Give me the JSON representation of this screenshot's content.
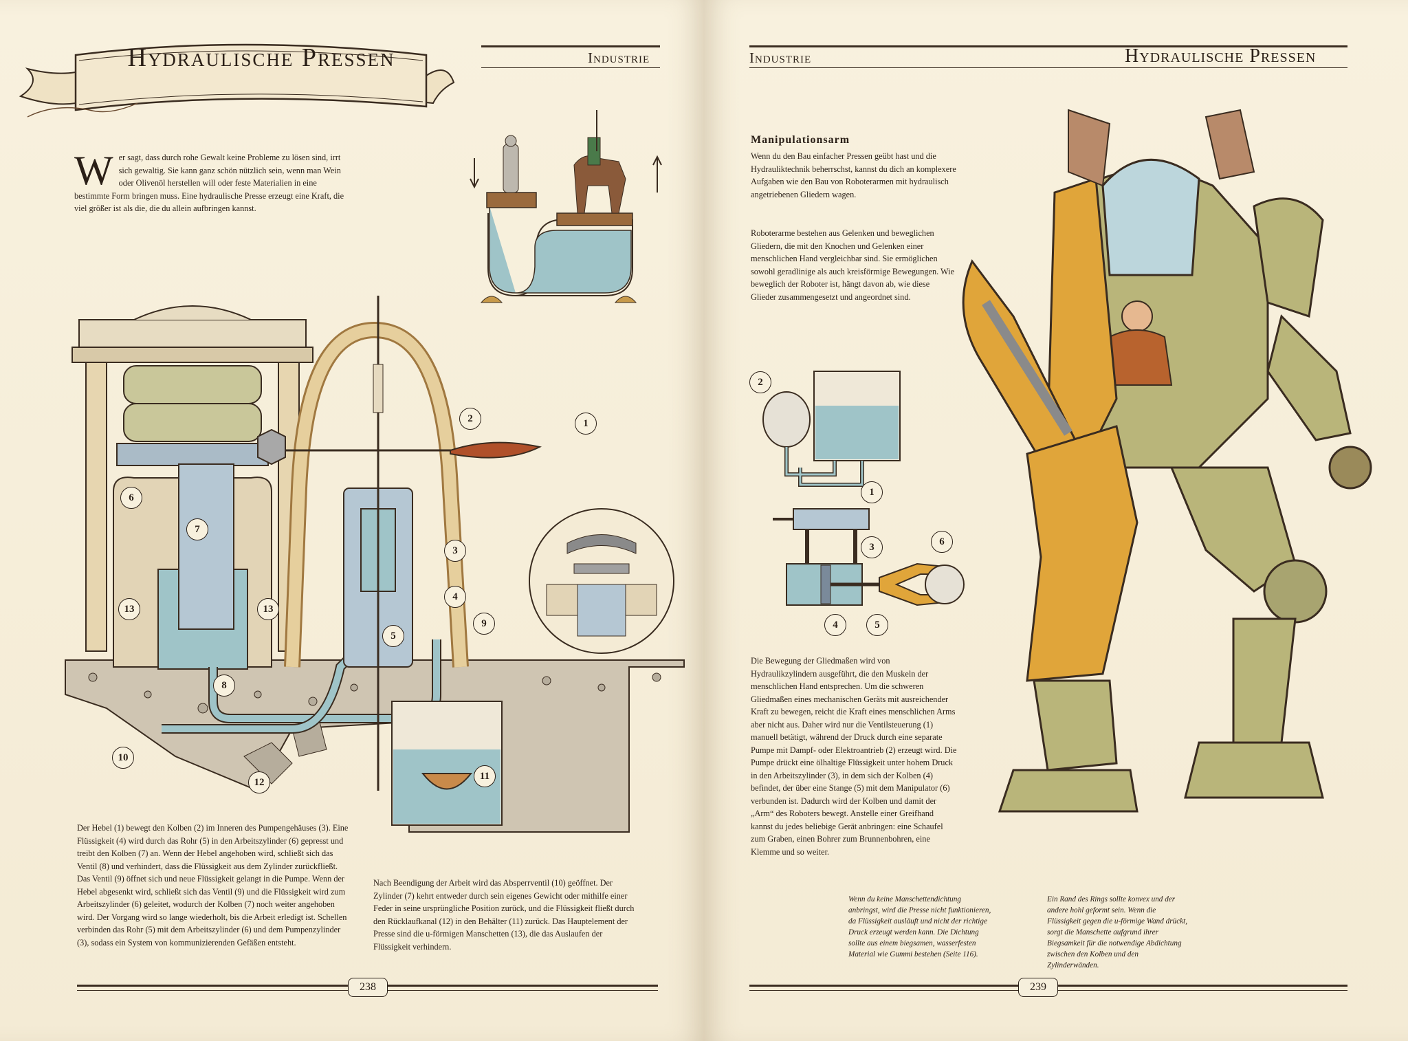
{
  "left_page": {
    "banner_title": "Hydraulische Pressen",
    "header_label": "Industrie",
    "intro": {
      "dropcap": "W",
      "text": "er sagt, dass durch rohe Gewalt keine Probleme zu lösen sind, irrt sich gewaltig. Sie kann ganz schön nützlich sein, wenn man Wein oder Olivenöl herstellen will oder feste Materialien in eine bestimmte Form bringen muss. Eine hydraulische Presse erzeugt eine Kraft, die viel größer ist als die, die du allein aufbringen kannst."
    },
    "labels": [
      "1",
      "2",
      "3",
      "4",
      "5",
      "6",
      "7",
      "8",
      "9",
      "10",
      "11",
      "12",
      "13",
      "13"
    ],
    "body_left": "Der Hebel (1) bewegt den Kolben (2) im Inneren des Pumpengehäuses (3). Eine Flüssigkeit (4) wird durch das Rohr (5) in den Arbeitszylinder (6) gepresst und treibt den Kolben (7) an. Wenn der Hebel angehoben wird, schließt sich das Ventil (8) und verhindert, dass die Flüssigkeit aus dem Zylinder zurückfließt. Das Ventil (9) öffnet sich und neue Flüssigkeit gelangt in die Pumpe. Wenn der Hebel abgesenkt wird, schließt sich das Ventil (9) und die Flüssigkeit wird zum Arbeitszylinder (6) geleitet, wodurch der Kolben (7) noch weiter angehoben wird. Der Vorgang wird so lange wiederholt, bis die Arbeit erledigt ist. Schellen verbinden das Rohr (5) mit dem Arbeitszylinder (6) und dem Pumpenzylinder (3), sodass ein System von kommunizierenden Gefäßen entsteht.",
    "body_right": "Nach Beendigung der Arbeit wird das Absperrventil (10) geöffnet. Der Zylinder (7) kehrt entweder durch sein eigenes Gewicht oder mithilfe einer Feder in seine ursprüngliche Position zurück, und die Flüssigkeit fließt durch den Rücklaufkanal (12) in den Behälter (11) zurück. Das Hauptelement der Presse sind die u-förmigen Manschetten (13), die das Auslaufen der Flüssigkeit verhindern.",
    "folio": "238"
  },
  "right_page": {
    "header_label": "Industrie",
    "header_title": "Hydraulische Pressen",
    "section_title": "Manipulationsarm",
    "para1": "Wenn du den Bau einfacher Pressen geübt hast und die Hydrauliktechnik beherrschst, kannst du dich an komplexere Aufgaben wie den Bau von Roboterarmen mit hydraulisch angetriebenen Gliedern wagen.",
    "para2": "Roboterarme bestehen aus Gelenken und beweglichen Gliedern, die mit den Knochen und Gelenken einer menschlichen Hand vergleichbar sind. Sie ermöglichen sowohl geradlinige als auch kreisförmige Bewegungen. Wie beweglich der Roboter ist, hängt davon ab, wie diese Glieder zusammengesetzt und angeordnet sind.",
    "labels": [
      "1",
      "2",
      "3",
      "4",
      "5",
      "6"
    ],
    "para3": "Die Bewegung der Gliedmaßen wird von Hydraulikzylindern ausgeführt, die den Muskeln der menschlichen Hand entsprechen. Um die schweren Gliedmaßen eines mechanischen Geräts mit ausreichender Kraft zu bewegen, reicht die Kraft eines menschlichen Arms aber nicht aus. Daher wird nur die Ventilsteuerung (1) manuell betätigt, während der Druck durch eine separate Pumpe mit Dampf- oder Elektroantrieb (2) erzeugt wird. Die Pumpe drückt eine ölhaltige Flüssigkeit unter hohem Druck in den Arbeitszylinder (3), in dem sich der Kolben (4) befindet, der über eine Stange (5) mit dem Manipulator (6) verbunden ist. Dadurch wird der Kolben und damit der „Arm“ des Roboters bewegt. Anstelle einer Greifhand kannst du jedes beliebige Gerät anbringen: eine Schaufel zum Graben, einen Bohrer zum Brunnenbohren, eine Klemme und so weiter.",
    "caption_left": "Wenn du keine Manschettendichtung anbringst, wird die Presse nicht funktionieren, da Flüssigkeit ausläuft und nicht der richtige Druck erzeugt werden kann. Die Dichtung sollte aus einem biegsamen, wasserfesten Material wie Gummi bestehen (Seite 116).",
    "caption_right": "Ein Rand des Rings sollte konvex und der andere hohl geformt sein. Wenn die Flüssigkeit gegen die u-förmige Wand drückt, sorgt die Manschette aufgrund ihrer Biegsamkeit für die notwendige Abdichtung zwischen den Kolben und den Zylinderwänden.",
    "folio": "239"
  },
  "colors": {
    "paper": "#f6efdc",
    "ink": "#2a1f17",
    "water": "#9fc4c8",
    "robot_yellow": "#e0a53a",
    "robot_green": "#b9b57a"
  }
}
